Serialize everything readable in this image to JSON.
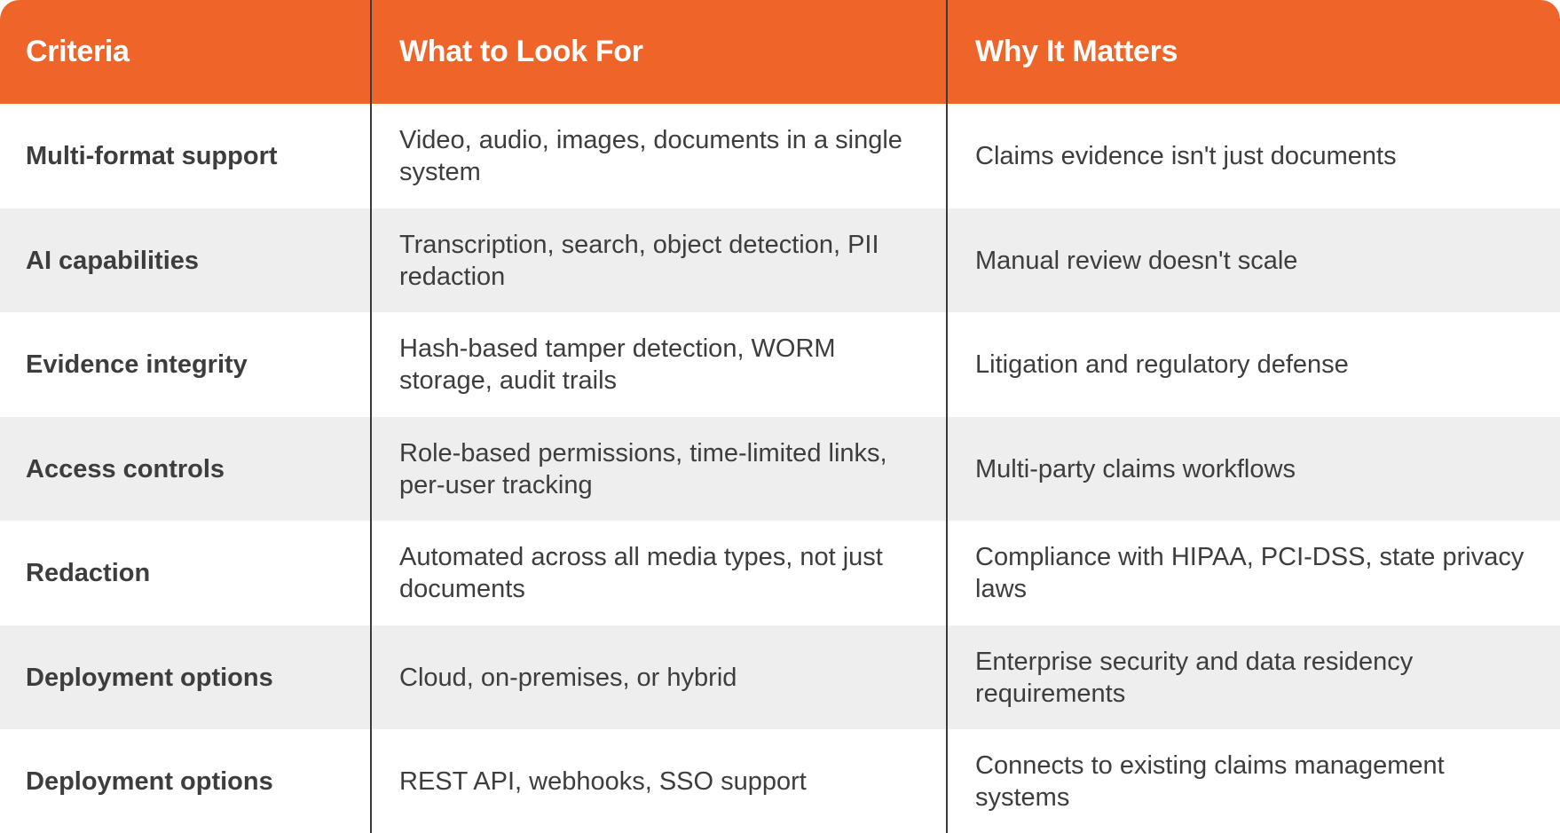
{
  "colors": {
    "header_bg": "#EF6428",
    "header_text": "#FFFFFF",
    "row_alt_bg": "#EEEEEE",
    "row_bg": "#FFFFFF",
    "body_text": "#3D3D3D",
    "divider": "#3A3A3A"
  },
  "table": {
    "headers": [
      "Criteria",
      "What to Look For",
      "Why It Matters"
    ],
    "rows": [
      {
        "criteria": "Multi-format support",
        "what": "Video, audio, images, documents in a single system",
        "why": "Claims evidence isn't just documents"
      },
      {
        "criteria": "AI capabilities",
        "what": "Transcription, search, object detection, PII redaction",
        "why": "Manual review doesn't scale"
      },
      {
        "criteria": "Evidence integrity",
        "what": "Hash-based tamper detection, WORM storage, audit trails",
        "why": "Litigation and regulatory defense"
      },
      {
        "criteria": "Access controls",
        "what": "Role-based permissions, time-limited links, per-user tracking",
        "why": "Multi-party claims workflows"
      },
      {
        "criteria": "Redaction",
        "what": "Automated across all media types, not just documents",
        "why": "Compliance with HIPAA, PCI-DSS, state privacy laws"
      },
      {
        "criteria": "Deployment options",
        "what": "Cloud, on-premises, or hybrid",
        "why": "Enterprise security and data residency requirements"
      },
      {
        "criteria": "Deployment options",
        "what": "REST API, webhooks, SSO support",
        "why": "Connects to existing claims management systems"
      }
    ]
  }
}
